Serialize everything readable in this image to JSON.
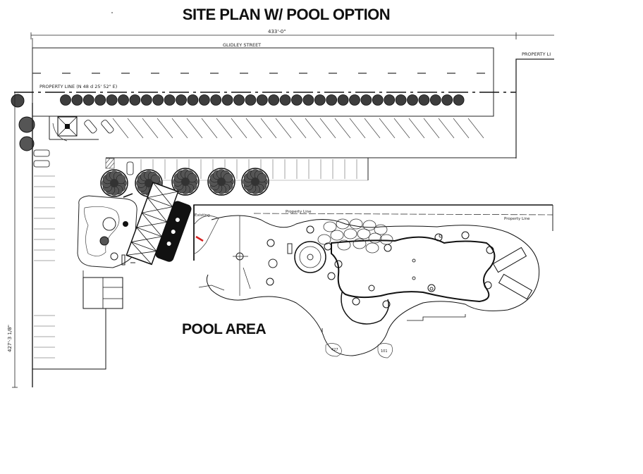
{
  "title": "SITE PLAN W/ POOL OPTION",
  "pool_area_label": "POOL AREA",
  "dimensions": {
    "width_top": "433'-0\"",
    "height_left": "427'-3 1/8\""
  },
  "street_label": "GLIDLEY STREET",
  "property_line_main": "PROPERTY LINE (N 48 d 25' 52\" E)",
  "property_line_right": "PROPERTY LI",
  "pool_detail_labels": {
    "property_line": "Property Line",
    "property_line_right": "Property Line",
    "left_label": "Existing",
    "small_label_1": "427",
    "small_label_2": "101"
  },
  "colors": {
    "line": "#1a1a1a",
    "accent_red": "#d42020"
  }
}
